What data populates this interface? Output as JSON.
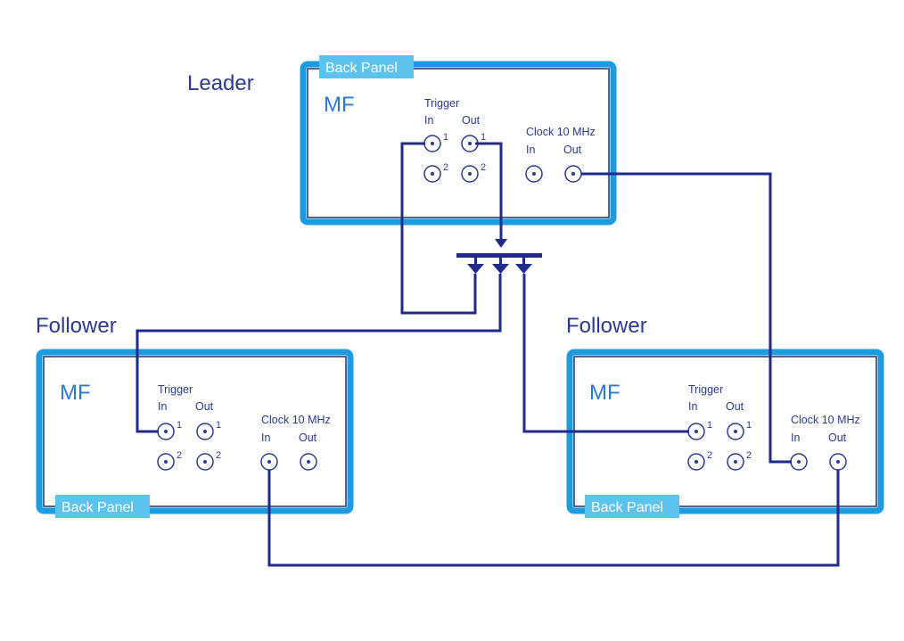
{
  "colors": {
    "frame": "#1b9be0",
    "badge": "#5cc3ee",
    "cable": "#1f2a8a",
    "text": "#2b3990",
    "device_name": "#2b7ad8"
  },
  "leader": {
    "role": "Leader",
    "device": "MF",
    "panel": "Back Panel",
    "trigger": "Trigger",
    "trig_in": "In",
    "trig_out": "Out",
    "ch1": "1",
    "ch2": "2",
    "clock": "Clock 10 MHz",
    "clk_in": "In",
    "clk_out": "Out"
  },
  "follower_left": {
    "role": "Follower",
    "device": "MF",
    "panel": "Back Panel",
    "trigger": "Trigger",
    "trig_in": "In",
    "trig_out": "Out",
    "ch1": "1",
    "ch2": "2",
    "clock": "Clock 10 MHz",
    "clk_in": "In",
    "clk_out": "Out"
  },
  "follower_right": {
    "role": "Follower",
    "device": "MF",
    "panel": "Back Panel",
    "trigger": "Trigger",
    "trig_in": "In",
    "trig_out": "Out",
    "ch1": "1",
    "ch2": "2",
    "clock": "Clock 10 MHz",
    "clk_in": "In",
    "clk_out": "Out"
  }
}
